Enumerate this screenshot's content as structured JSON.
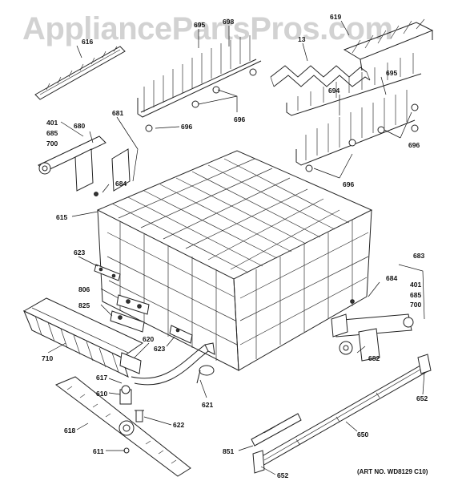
{
  "watermark": "AppliancePartsPros.com",
  "art_number": "(ART NO. WD8129 C10)",
  "callouts": {
    "c616": "616",
    "c698": "698",
    "c695a": "695",
    "c619": "619",
    "c13": "13",
    "c695b": "695",
    "c694": "694",
    "c681": "681",
    "c401a": "401",
    "c685a": "685",
    "c700a": "700",
    "c680": "680",
    "c696a": "696",
    "c696b": "696",
    "c696c": "696",
    "c696d": "696",
    "c684a": "684",
    "c615": "615",
    "c623a": "623",
    "c683": "683",
    "c684b": "684",
    "c401b": "401",
    "c685b": "685",
    "c700b": "700",
    "c806": "806",
    "c825": "825",
    "c682": "682",
    "c710": "710",
    "c620": "620",
    "c623b": "623",
    "c617": "617",
    "c610": "610",
    "c621": "621",
    "c652a": "652",
    "c618": "618",
    "c622": "622",
    "c650": "650",
    "c611": "611",
    "c851": "851",
    "c652b": "652"
  }
}
